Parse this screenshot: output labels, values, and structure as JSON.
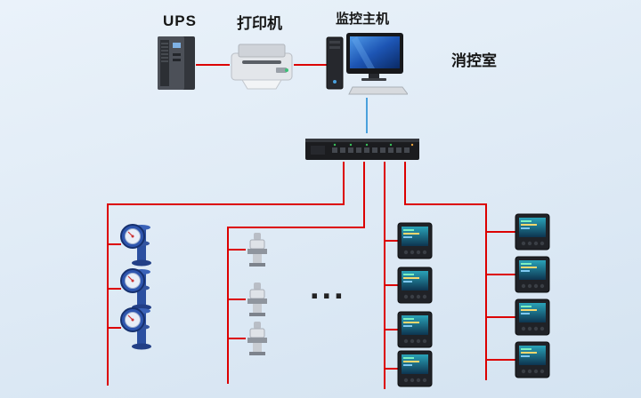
{
  "labels": {
    "ups": "UPS",
    "printer": "打印机",
    "host": "监控主机",
    "control_room": "消控室",
    "ellipsis": "..."
  },
  "colors": {
    "line-red": "#dc0000",
    "line-blue": "#4aa0dc",
    "bg-top": "#eaf2fa",
    "bg-bottom": "#d4e3f1"
  },
  "device_counts": {
    "water_meters": 3,
    "valves": 3,
    "power_meters_left_column": 4,
    "power_meters_right_column": 4
  }
}
